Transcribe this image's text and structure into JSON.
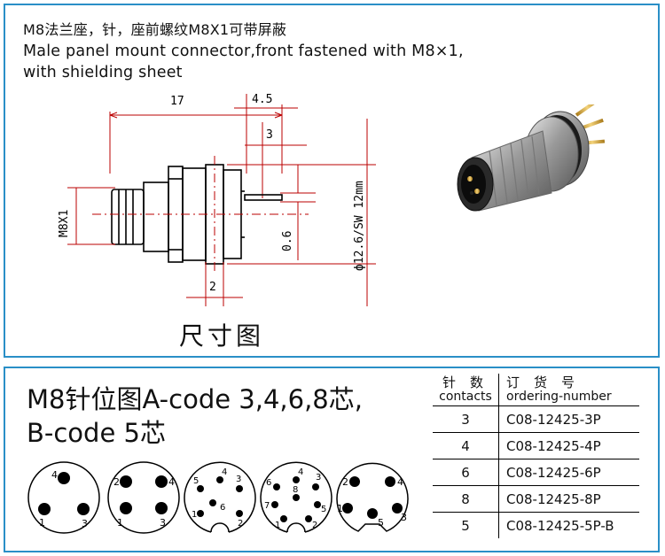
{
  "top": {
    "title_cn": "M8法兰座，针，座前螺纹M8X1可带屏蔽",
    "title_en_line1": "Male panel mount connector,front fastened with M8×1,",
    "title_en_line2": "with shielding sheet",
    "caption": "尺寸图",
    "dimensions": {
      "d17": "17",
      "d45": "4.5",
      "d3": "3",
      "d2": "2",
      "d06": "0.6",
      "thread": "M8X1",
      "flange": "ф12.6/SW 12mm"
    }
  },
  "bottom": {
    "title_line1": "M8针位图A-code 3,4,6,8芯,",
    "title_line2": "B-code 5芯",
    "pinouts": [
      {
        "pins": "3",
        "labels": [
          "4",
          "1",
          "3"
        ]
      },
      {
        "pins": "4",
        "labels": [
          "2",
          "4",
          "1",
          "3"
        ]
      },
      {
        "pins": "6",
        "labels": [
          "5",
          "4",
          "3",
          "6",
          "1",
          "2"
        ]
      },
      {
        "pins": "8",
        "labels": [
          "6",
          "4",
          "3",
          "8",
          "7",
          "5",
          "1",
          "2"
        ]
      },
      {
        "pins": "5",
        "labels": [
          "2",
          "4",
          "1",
          "5",
          "3"
        ]
      }
    ],
    "table": {
      "header_contacts_cn": "针数",
      "header_contacts_en": "contacts",
      "header_order_cn": "订货号",
      "header_order_en": "ordering-number",
      "rows": [
        {
          "contacts": "3",
          "order": "C08-12425-3P"
        },
        {
          "contacts": "4",
          "order": "C08-12425-4P"
        },
        {
          "contacts": "6",
          "order": "C08-12425-6P"
        },
        {
          "contacts": "8",
          "order": "C08-12425-8P"
        },
        {
          "contacts": "5",
          "order": "C08-12425-5P-B"
        }
      ]
    }
  }
}
